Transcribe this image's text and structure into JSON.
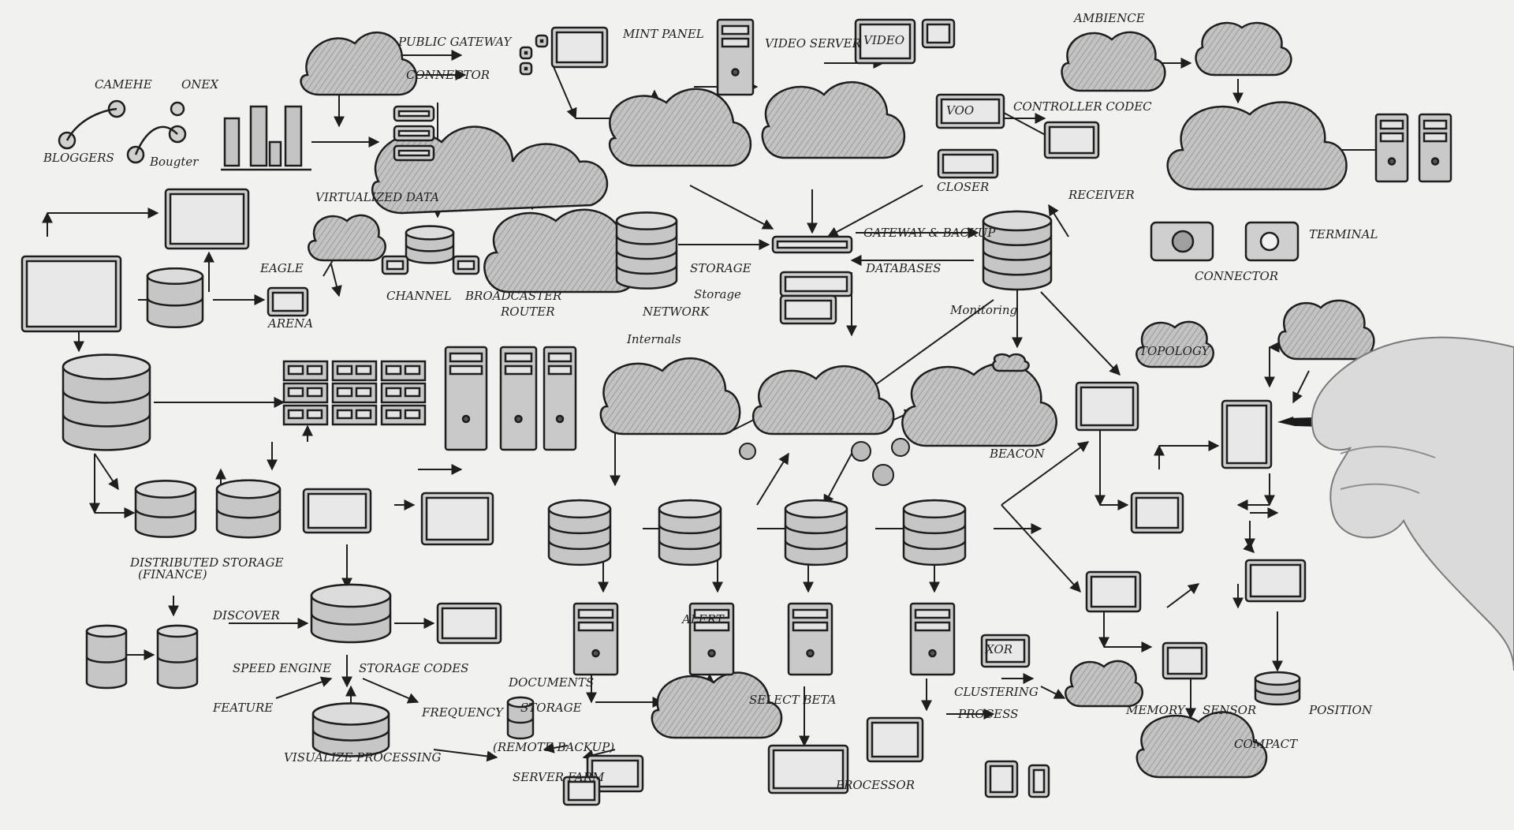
{
  "colors": {
    "ink": "#1e1e1e",
    "shade": "#bdbdbd",
    "shade_dark": "#8f8f8f",
    "paper": "#f1f1ef"
  },
  "labels": {
    "camera": "CAMEHE",
    "onex": "ONEX",
    "bloggers_left": "BLOGGERS",
    "bougter": "Bougter",
    "top_flow_1": "PUBLIC GATEWAY",
    "top_flow_2": "CONNECTOR",
    "mint_panel": "MINT PANEL",
    "video_server": "VIDEO SERVER",
    "video_screen": "VIDEO",
    "ambience": "AMBIENCE",
    "voo_box": "VOO",
    "controller_note": "CONTROLLER CODEC",
    "closer": "CLOSER",
    "receiver": "RECEIVER",
    "terminal_right": "TERMINAL",
    "connector_right": "CONNECTOR",
    "virtualized_data": "VIRTUALIZED DATA",
    "eagle": "EAGLE",
    "arena": "ARENA",
    "channel": "CHANNEL",
    "broadcaster": "BROADCASTER",
    "router": "ROUTER",
    "switch_note": "STORAGE",
    "storage_note": "Storage",
    "internals": "Internals",
    "network_note": "NETWORK",
    "monitoring": "Monitoring",
    "gateway": "GATEWAY & BACKUP",
    "databases": "DATABASES",
    "beacon": "BEACON",
    "topology": "TOPOLOGY",
    "distributed": "DISTRIBUTED STORAGE",
    "fin": "(FINANCE)",
    "discover": "DISCOVER",
    "speed": "SPEED ENGINE",
    "storage_codes": "STORAGE CODES",
    "feature": "FEATURE",
    "frequency": "FREQUENCY",
    "visualize": "VISUALIZE PROCESSING",
    "document_store": "DOCUMENTS",
    "storage_pack": "STORAGE",
    "remote_backup": "(REMOTE BACKUP)",
    "server_farm": "SERVER FARM",
    "select_beta": "SELECT BETA",
    "processor": "PROCESSOR",
    "cluster": "CLUSTERING",
    "process": "PROCESS",
    "memory": "MEMORY",
    "sensor": "SENSOR",
    "position": "POSITION",
    "compact": "COMPACT",
    "xor_box": "XOR",
    "mini_note": "ALERT"
  }
}
